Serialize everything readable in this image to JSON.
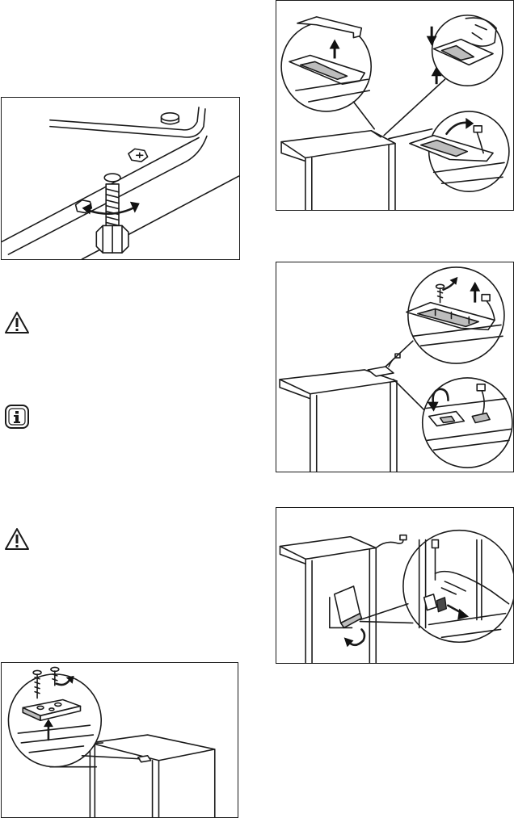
{
  "notices": [
    {
      "icon": "warning-icon"
    },
    {
      "icon": "info-icon"
    },
    {
      "icon": "warning-icon"
    }
  ],
  "figures": [
    {
      "name": "adjustable-foot-figure"
    },
    {
      "name": "hinge-cover-removal-figure"
    },
    {
      "name": "hinge-cover-cable-figure"
    },
    {
      "name": "hinge-plate-screws-figure"
    },
    {
      "name": "door-cover-cable-figure"
    }
  ]
}
